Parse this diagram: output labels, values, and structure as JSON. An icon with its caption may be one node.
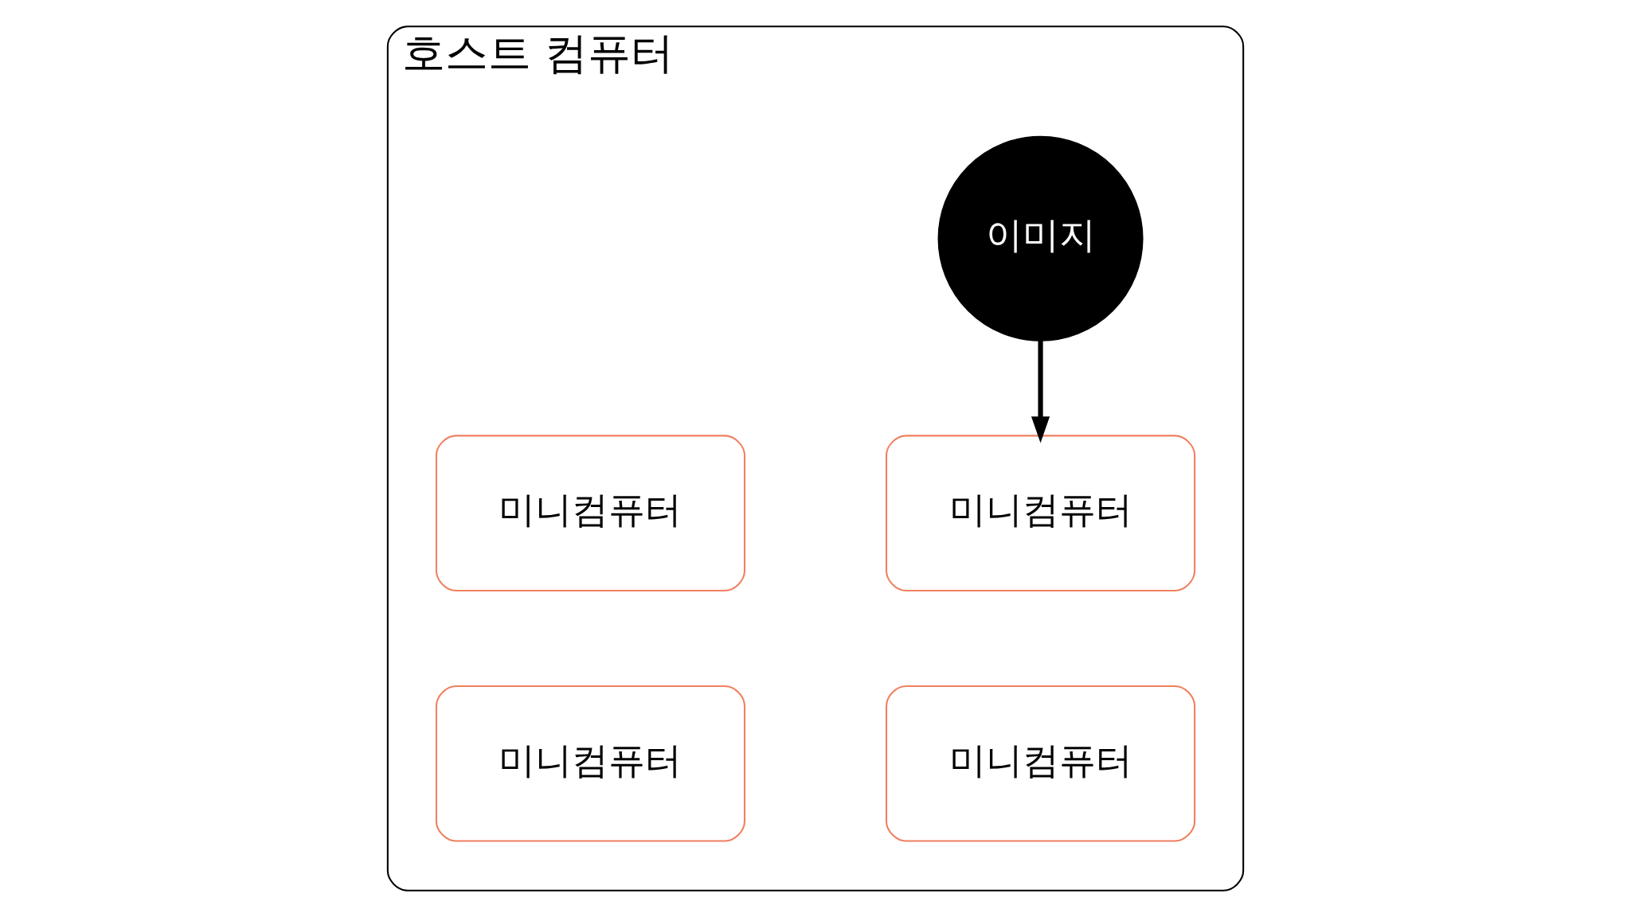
{
  "diagram": {
    "nodes": [
      {
        "text": [
          "호스트 컴퓨터"
        ]
      },
      {
        "text": [
          "이미지"
        ],
        "in": 0
      },
      {
        "text": [
          "미니컴퓨터"
        ],
        "in": 0
      },
      {
        "text": [
          "미니컴퓨터"
        ],
        "in": 0
      },
      {
        "text": [
          "미니컴퓨터"
        ],
        "in": 0
      },
      {
        "text": [
          "미니컴퓨터"
        ],
        "in": 0
      }
    ],
    "edges": [
      {
        "from": 1,
        "to": 2,
        "arrow": "to"
      }
    ]
  }
}
